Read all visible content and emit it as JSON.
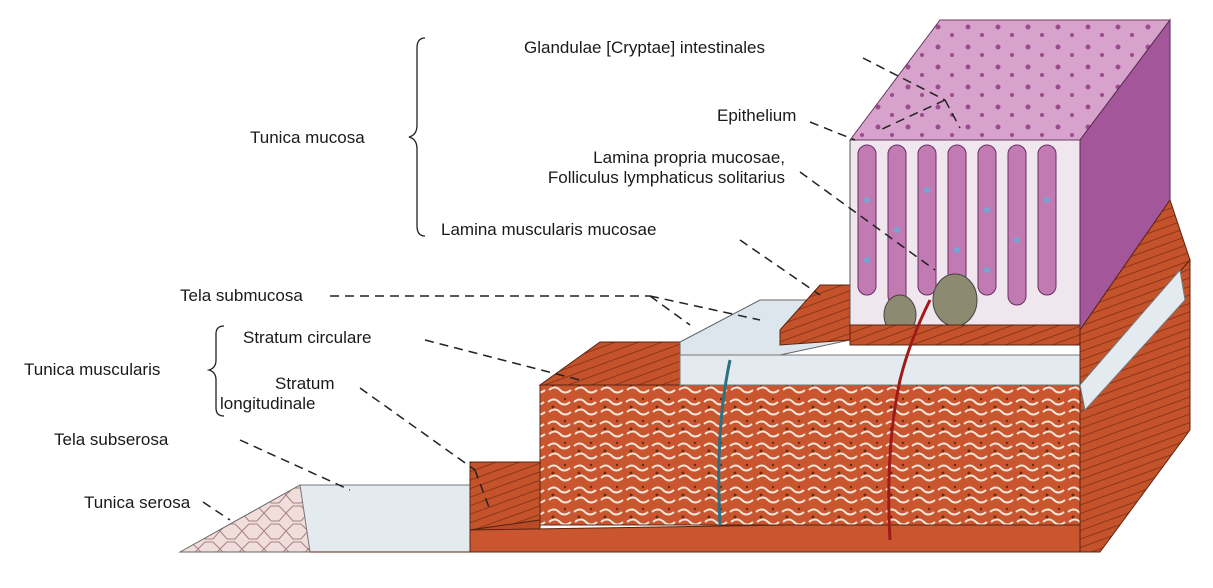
{
  "labels": {
    "tunica_mucosa": "Tunica mucosa",
    "glandulae": "Glandulae [Cryptae] intestinales",
    "epithelium": "Epithelium",
    "lamina_propria_1": "Lamina propria mucosae,",
    "lamina_propria_2": "Folliculus lymphaticus solitarius",
    "lamina_muscularis": "Lamina muscularis mucosae",
    "tela_submucosa": "Tela submucosa",
    "stratum_circulare": "Stratum circulare",
    "tunica_muscularis": "Tunica muscularis",
    "stratum_1": "Stratum",
    "stratum_2": "longitudinale",
    "tela_subserosa": "Tela subserosa",
    "tunica_serosa": "Tunica serosa"
  },
  "colors": {
    "mucosa_top": "#d9a0c8",
    "villi_purple": "#b86aa8",
    "muscle_red": "#c8552e",
    "muscle_dark": "#9c3a1c",
    "submucosa": "#dfe8ee",
    "serosa": "#f0dcd8",
    "leader_line": "#222222"
  }
}
